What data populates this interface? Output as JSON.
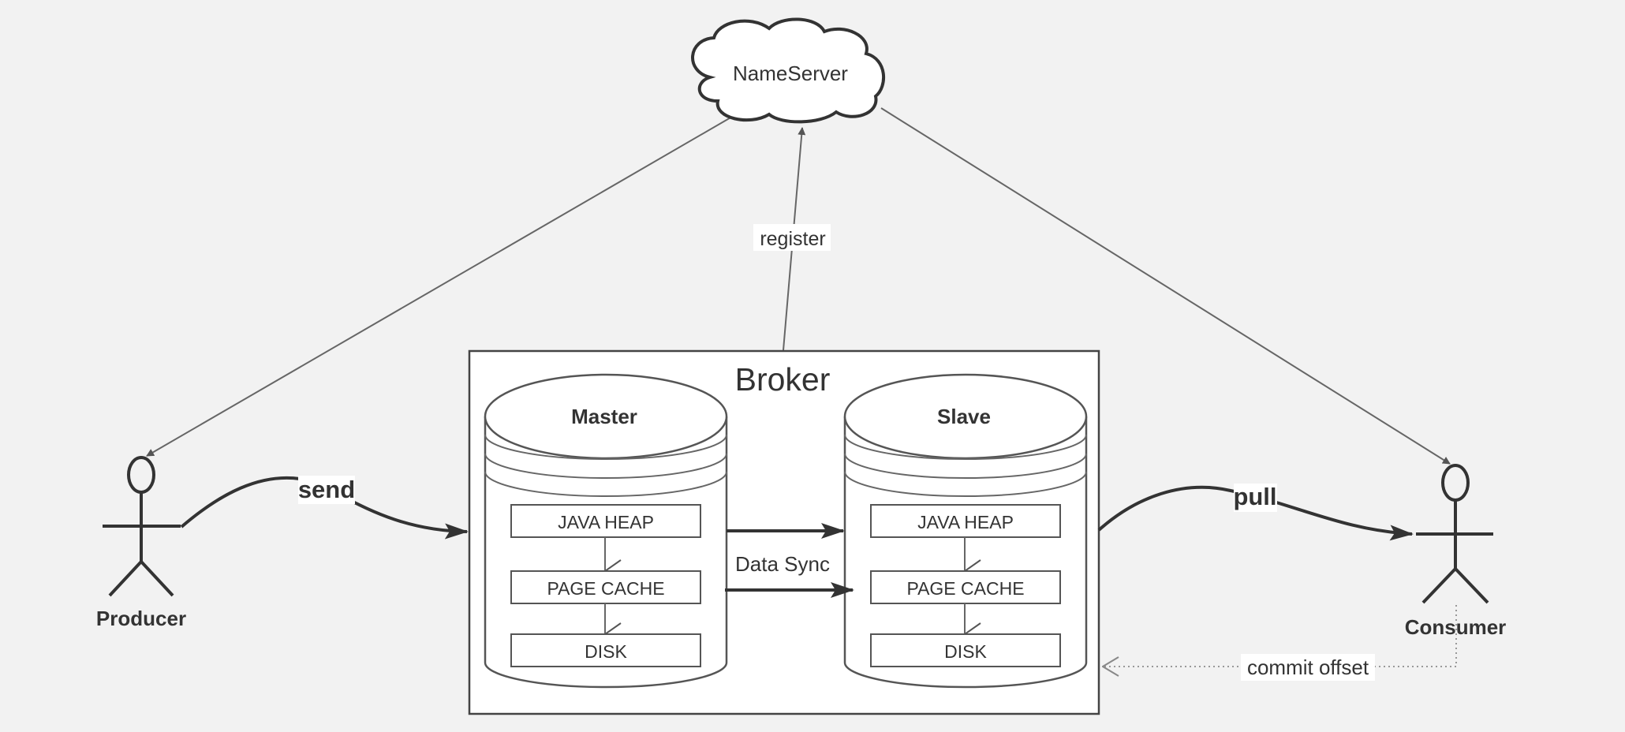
{
  "diagram": {
    "nameserver": "NameServer",
    "broker": "Broker",
    "master": {
      "title": "Master",
      "layers": [
        "JAVA HEAP",
        "PAGE CACHE",
        "DISK"
      ]
    },
    "slave": {
      "title": "Slave",
      "layers": [
        "JAVA HEAP",
        "PAGE CACHE",
        "DISK"
      ]
    },
    "producer": "Producer",
    "consumer": "Consumer",
    "edges": {
      "register": "register",
      "send": "send",
      "pull": "pull",
      "data_sync": "Data Sync",
      "commit_offset": "commit offset"
    }
  }
}
